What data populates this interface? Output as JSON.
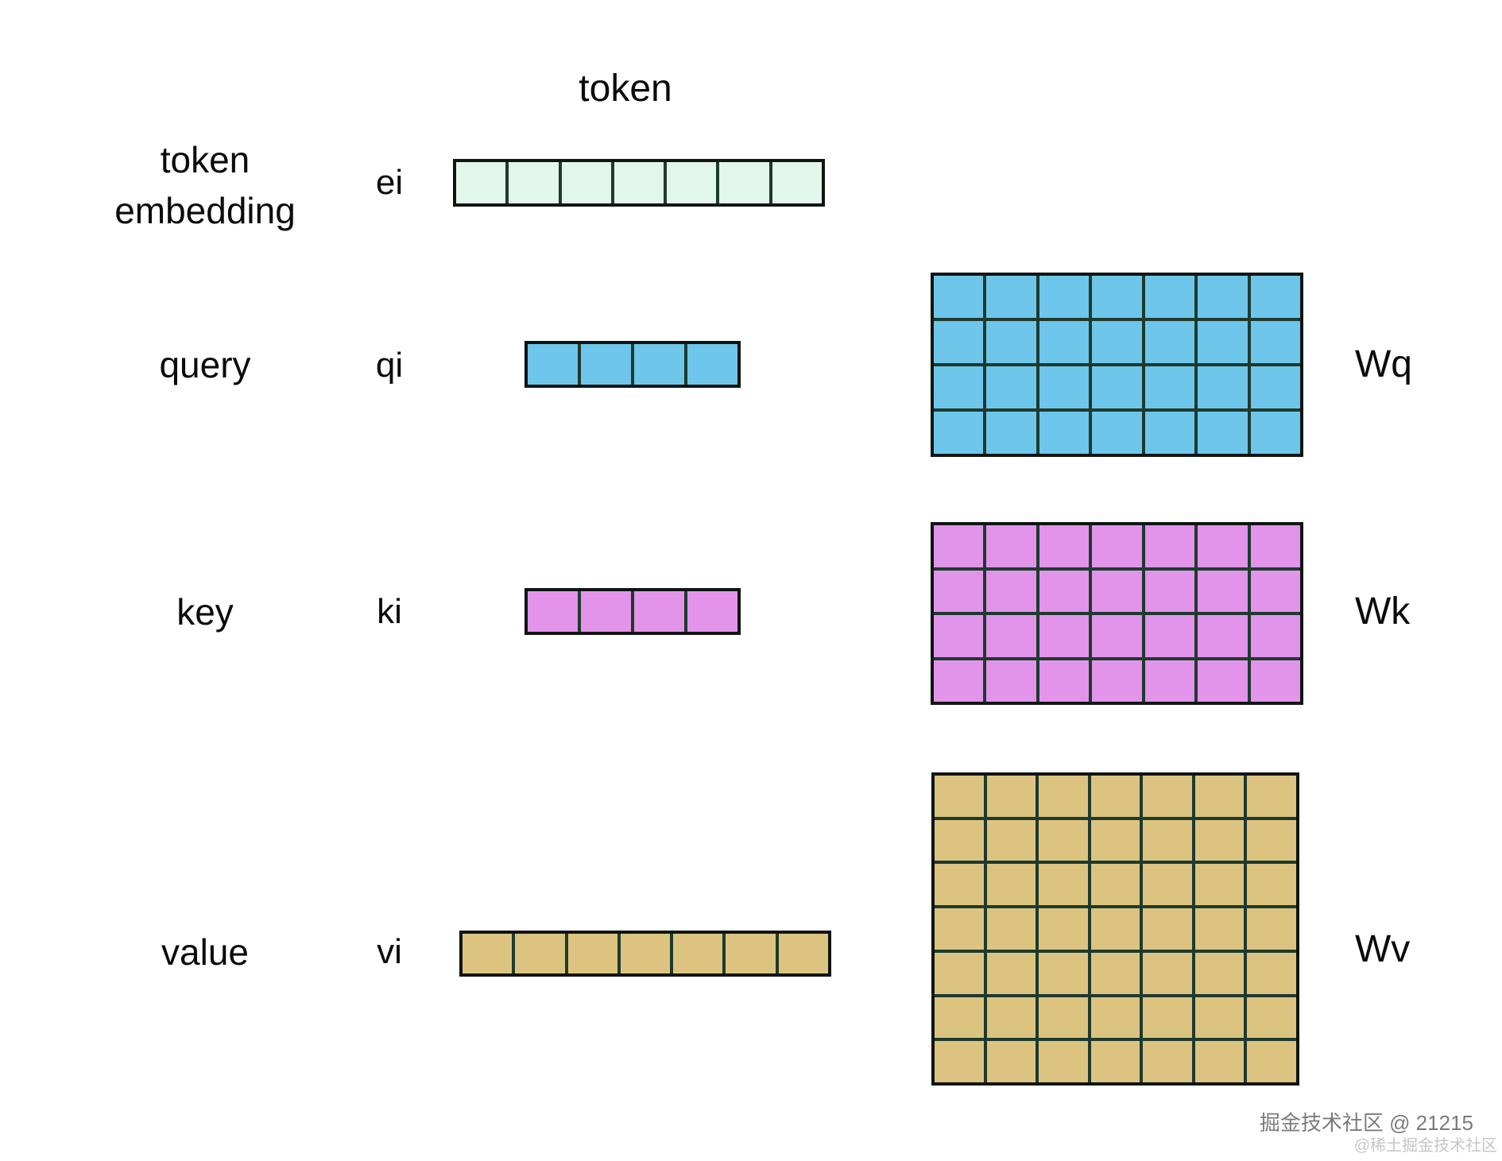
{
  "title": "token",
  "rows": {
    "embedding": {
      "label_line1": "token",
      "label_line2": "embedding",
      "symbol": "ei",
      "vector": {
        "rows": 1,
        "cols": 7,
        "fill": "#e2f7ec"
      }
    },
    "query": {
      "label": "query",
      "symbol": "qi",
      "vector": {
        "rows": 1,
        "cols": 4,
        "fill": "#6ec7eb"
      }
    },
    "key": {
      "label": "key",
      "symbol": "ki",
      "vector": {
        "rows": 1,
        "cols": 4,
        "fill": "#e294eb"
      }
    },
    "value": {
      "label": "value",
      "symbol": "vi",
      "vector": {
        "rows": 1,
        "cols": 7,
        "fill": "#dcc480"
      }
    }
  },
  "matrices": {
    "wq": {
      "label": "Wq",
      "grid": {
        "rows": 4,
        "cols": 7,
        "fill": "#6ec7eb"
      }
    },
    "wk": {
      "label": "Wk",
      "grid": {
        "rows": 4,
        "cols": 7,
        "fill": "#e294eb"
      }
    },
    "wv": {
      "label": "Wv",
      "grid": {
        "rows": 7,
        "cols": 7,
        "fill": "#dcc480"
      }
    }
  },
  "colors": {
    "background": "#ffffff",
    "text": "#0b0b0b",
    "outer_border": "#101513",
    "grid_line": "#1e3a2e",
    "mint": "#e2f7ec",
    "blue": "#6ec7eb",
    "violet": "#e294eb",
    "tan": "#dcc480",
    "watermark_primary": "#7b7b7b",
    "watermark_secondary": "#c6c6c6"
  },
  "watermark": {
    "line1": "掘金技术社区 @ 21215",
    "line2": "@稀土掘金技术社区"
  }
}
